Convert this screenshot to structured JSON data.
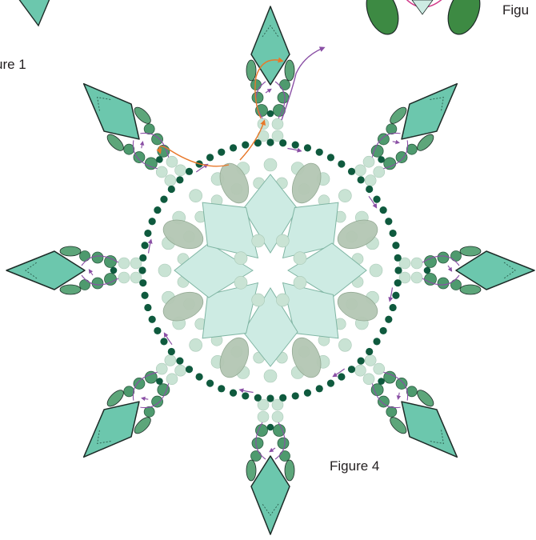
{
  "labels": {
    "figure_1_partial": "ure 1",
    "figure_2_partial": "Figu",
    "figure_4": "Figure 4"
  },
  "colors": {
    "diamond_fill": "#6cc7ad",
    "diamond_fill_light": "#cdebe3",
    "diamond_stroke": "#1d2b27",
    "dark_seed_bead": "#0f5a3e",
    "medium_bead": "#4e9a6e",
    "pale_bead": "#c9e3d4",
    "oval_bead": "#b4c7b4",
    "thread_purple": "#8a4fa5",
    "thread_orange": "#e8782a",
    "thread_pink": "#d23a8a",
    "dark_leaf": "#3d8a43"
  },
  "icons": {
    "pattern": "beaded-snowflake-diagram"
  }
}
